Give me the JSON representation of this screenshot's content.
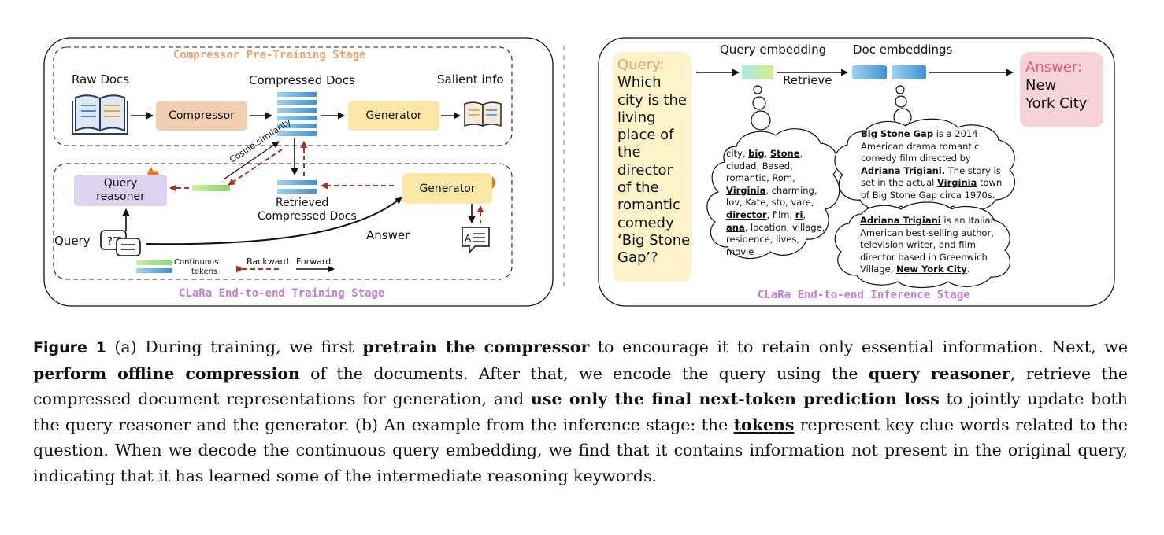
{
  "left": {
    "pretrain_stage": "Compressor Pre-Training Stage",
    "training_stage": "CLaRa End-to-end Training Stage",
    "raw_docs": "Raw Docs",
    "compressed_docs": "Compressed Docs",
    "salient_info": "Salient info",
    "compressor": "Compressor",
    "generator_top": "Generator",
    "query_reasoner_l1": "Query",
    "query_reasoner_l2": "reasoner",
    "cosine": "Cosine similarity",
    "retrieved_l1": "Retrieved",
    "retrieved_l2": "Compressed Docs",
    "generator_bottom": "Generator",
    "query": "Query",
    "answer": "Answer",
    "legend_continuous_l1": "Continuous",
    "legend_continuous_l2": "tokens",
    "legend_backward": "Backward",
    "legend_forward": "Forward"
  },
  "right": {
    "query_label": "Query:",
    "query_text": [
      "Which",
      "city is the",
      "living",
      "place of",
      "the",
      "director",
      "of the",
      "romantic",
      "comedy",
      "‘Big Stone",
      "Gap’?"
    ],
    "query_embedding": "Query embedding",
    "doc_embeddings": "Doc embeddings",
    "retrieve": "Retrieve",
    "answer_label": "Answer:",
    "answer_l1": "New",
    "answer_l2": "York City",
    "stage": "CLaRa End-to-end Inference Stage",
    "cloud_tokens": {
      "l1a": "city, ",
      "l1b": "big",
      "l1c": ", ",
      "l1d": "Stone",
      "l1e": ",",
      "l2": "ciudad, Based,",
      "l3": "romantic, Rom,",
      "l4a": "Virginia",
      "l4b": ", charming,",
      "l5": "lov, Kate, sto, vare,",
      "l6a": "director",
      "l6b": ", film, ",
      "l6c": "ri",
      "l6d": ",",
      "l7a": "ana",
      "l7b": ", location, village,",
      "l8": "residence, lives,",
      "l9": "movie"
    },
    "cloud_doc1": {
      "l1a": "Big Stone Gap",
      "l1b": " is a 2014",
      "l2": "American drama romantic",
      "l3": "comedy film directed by",
      "l4a": "Adriana Trigiani.",
      "l4b": " The story is",
      "l5a": "set in the actual ",
      "l5b": "Virginia",
      "l5c": " town",
      "l6": "of Big Stone Gap circa 1970s."
    },
    "cloud_doc2": {
      "l1a": "Adriana Trigiani",
      "l1b": " is an Italian",
      "l2": "American best-selling author,",
      "l3": "television writer, and film",
      "l4": "director based in Greenwich",
      "l5a": "Village, ",
      "l5b": "New York City",
      "l5c": "."
    }
  },
  "caption": {
    "fig_label": "Figure 1",
    "t1": " (a) During training, we first ",
    "b1": "pretrain the compressor",
    "t2": " to encourage it to retain only essential information. Next, we ",
    "b2": "perform offline compression",
    "t3": " of the documents. After that, we encode the query using the ",
    "b3": "query reasoner",
    "t4": ", retrieve the compressed document representations for generation, and ",
    "b4": "use only the final next-token prediction loss",
    "t5": " to jointly update both the query reasoner and the generator. (b) An example from the inference stage: the ",
    "u1": "tokens",
    "t6": " represent key clue words related to the question. When we decode the continuous query embedding, we find that it contains information not present in the original query, indicating that it has learned some of the intermediate reasoning keywords."
  },
  "colors": {
    "compressor": "#f0cfb1",
    "generator": "#fce8a6",
    "reasoner": "#ddd2f0",
    "query_panel": "#fdf2c8",
    "answer_panel": "#f6d3d8",
    "backward": "#a53428",
    "stage_purple": "#c27bd6",
    "stage_orange": "#e7a36c"
  }
}
